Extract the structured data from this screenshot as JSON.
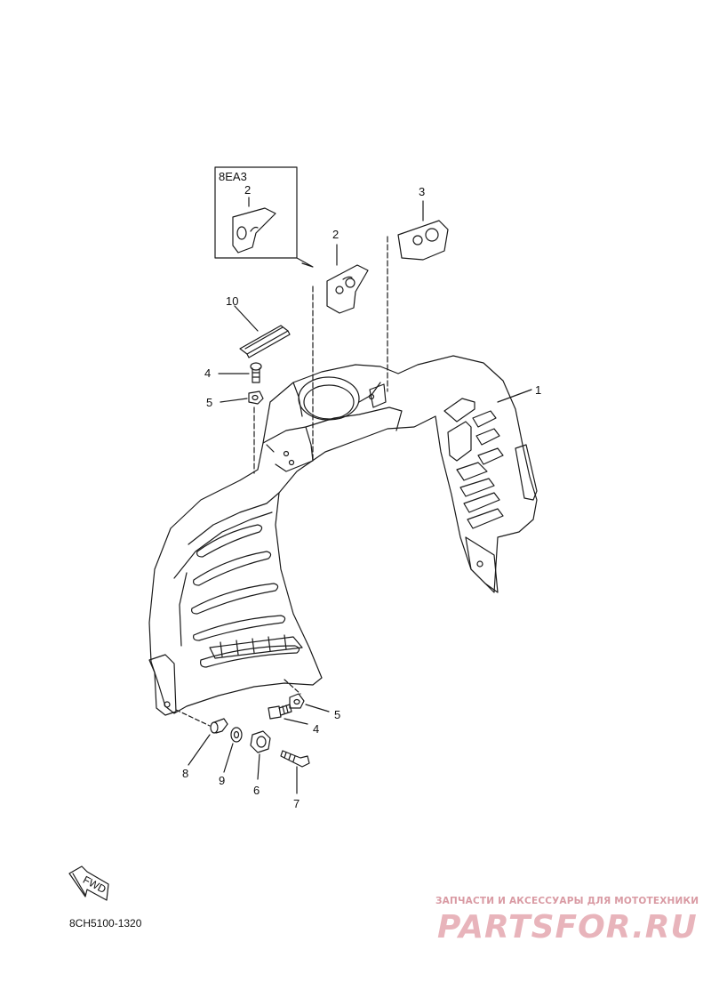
{
  "diagram": {
    "variant_box_label": "8EA3",
    "callouts": {
      "c1": "1",
      "c2_box": "2",
      "c2": "2",
      "c3": "3",
      "c4_top": "4",
      "c4_bottom": "4",
      "c5_top": "5",
      "c5_bottom": "5",
      "c6": "6",
      "c7": "7",
      "c8": "8",
      "c9": "9",
      "c10": "10"
    },
    "fwd_label": "FWD",
    "drawing_code": "8CH5100-1320"
  },
  "watermark": {
    "tagline": "ЗАПЧАСТИ И АКСЕССУАРЫ ДЛЯ МОТОТЕХНИКИ",
    "logo": "PARTSFOR.RU"
  }
}
